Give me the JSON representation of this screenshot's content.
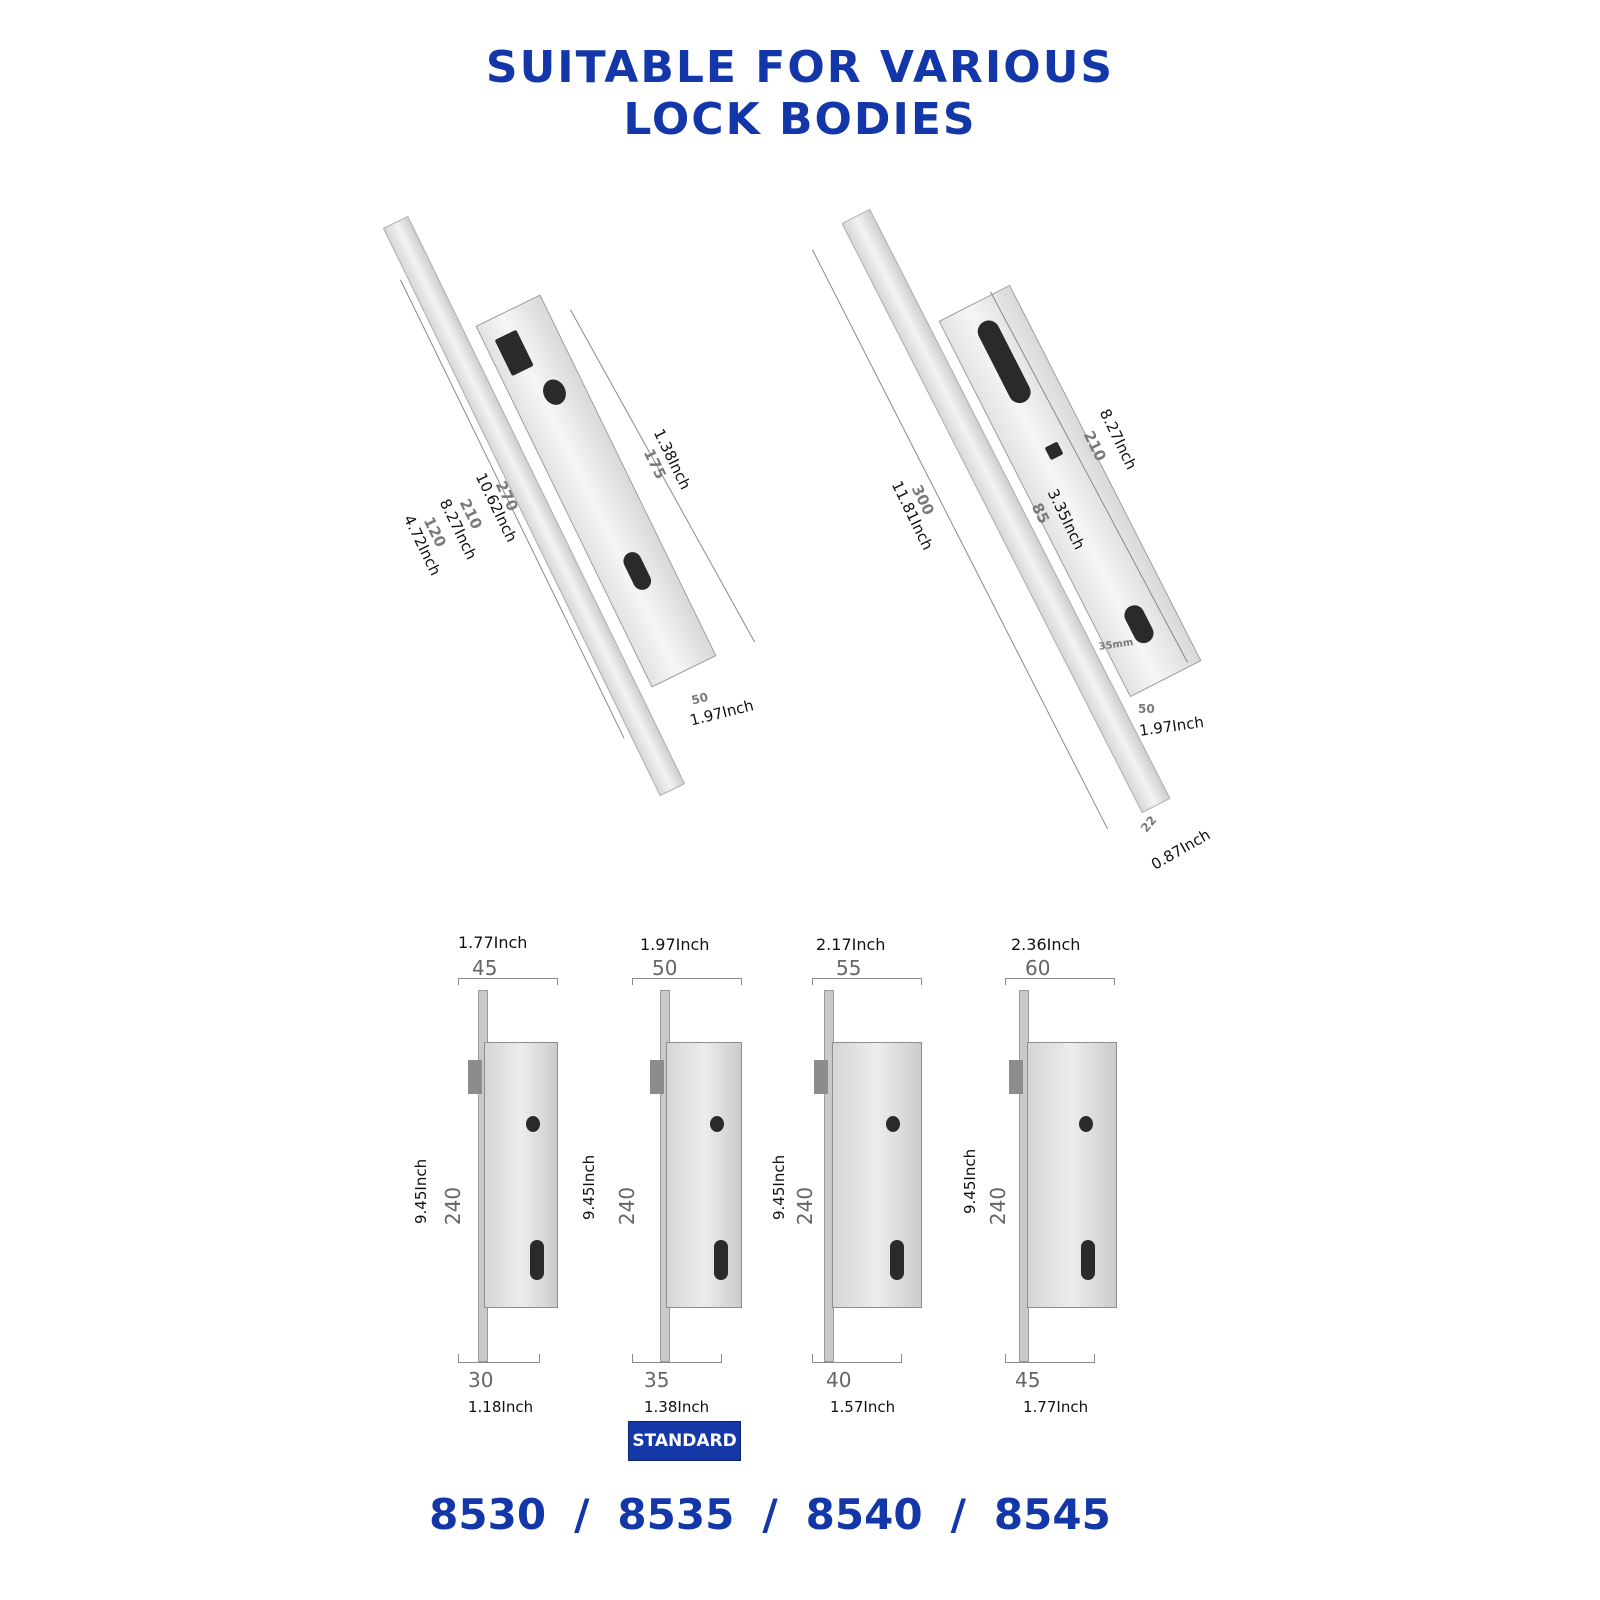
{
  "title": {
    "line1": "SUITABLE FOR VARIOUS",
    "line2": "LOCK BODIES"
  },
  "left_lock": {
    "h1_mm": "270",
    "h1_in": "10.62Inch",
    "h2_mm": "210",
    "h2_in": "8.27Inch",
    "h3_mm": "120",
    "h3_in": "4.72Inch",
    "side_mm": "175",
    "side_in": "1.38Inch",
    "w_mm": "50",
    "w_in": "1.97Inch"
  },
  "right_lock": {
    "total_mm": "300",
    "total_in": "11.81Inch",
    "body_mm": "210",
    "body_in": "8.27Inch",
    "c_mm": "85",
    "c_in": "3.35Inch",
    "backset": "35mm",
    "w_mm": "50",
    "w_in": "1.97Inch",
    "plate_mm": "22",
    "plate_in": "0.87Inch"
  },
  "variants": [
    {
      "top_in": "1.77Inch",
      "top_mm": "45",
      "h_in": "9.45Inch",
      "h_mm": "240",
      "bot_mm": "30",
      "bot_in": "1.18Inch"
    },
    {
      "top_in": "1.97Inch",
      "top_mm": "50",
      "h_in": "9.45Inch",
      "h_mm": "240",
      "bot_mm": "35",
      "bot_in": "1.38Inch"
    },
    {
      "top_in": "2.17Inch",
      "top_mm": "55",
      "h_in": "9.45Inch",
      "h_mm": "240",
      "bot_mm": "40",
      "bot_in": "1.57Inch"
    },
    {
      "top_in": "2.36Inch",
      "top_mm": "60",
      "h_in": "9.45Inch",
      "h_mm": "240",
      "bot_mm": "45",
      "bot_in": "1.77Inch"
    }
  ],
  "standard_badge": "STANDARD",
  "models": [
    "8530",
    "8535",
    "8540",
    "8545"
  ],
  "separator": "/",
  "colors": {
    "brand": "#1336a8"
  }
}
